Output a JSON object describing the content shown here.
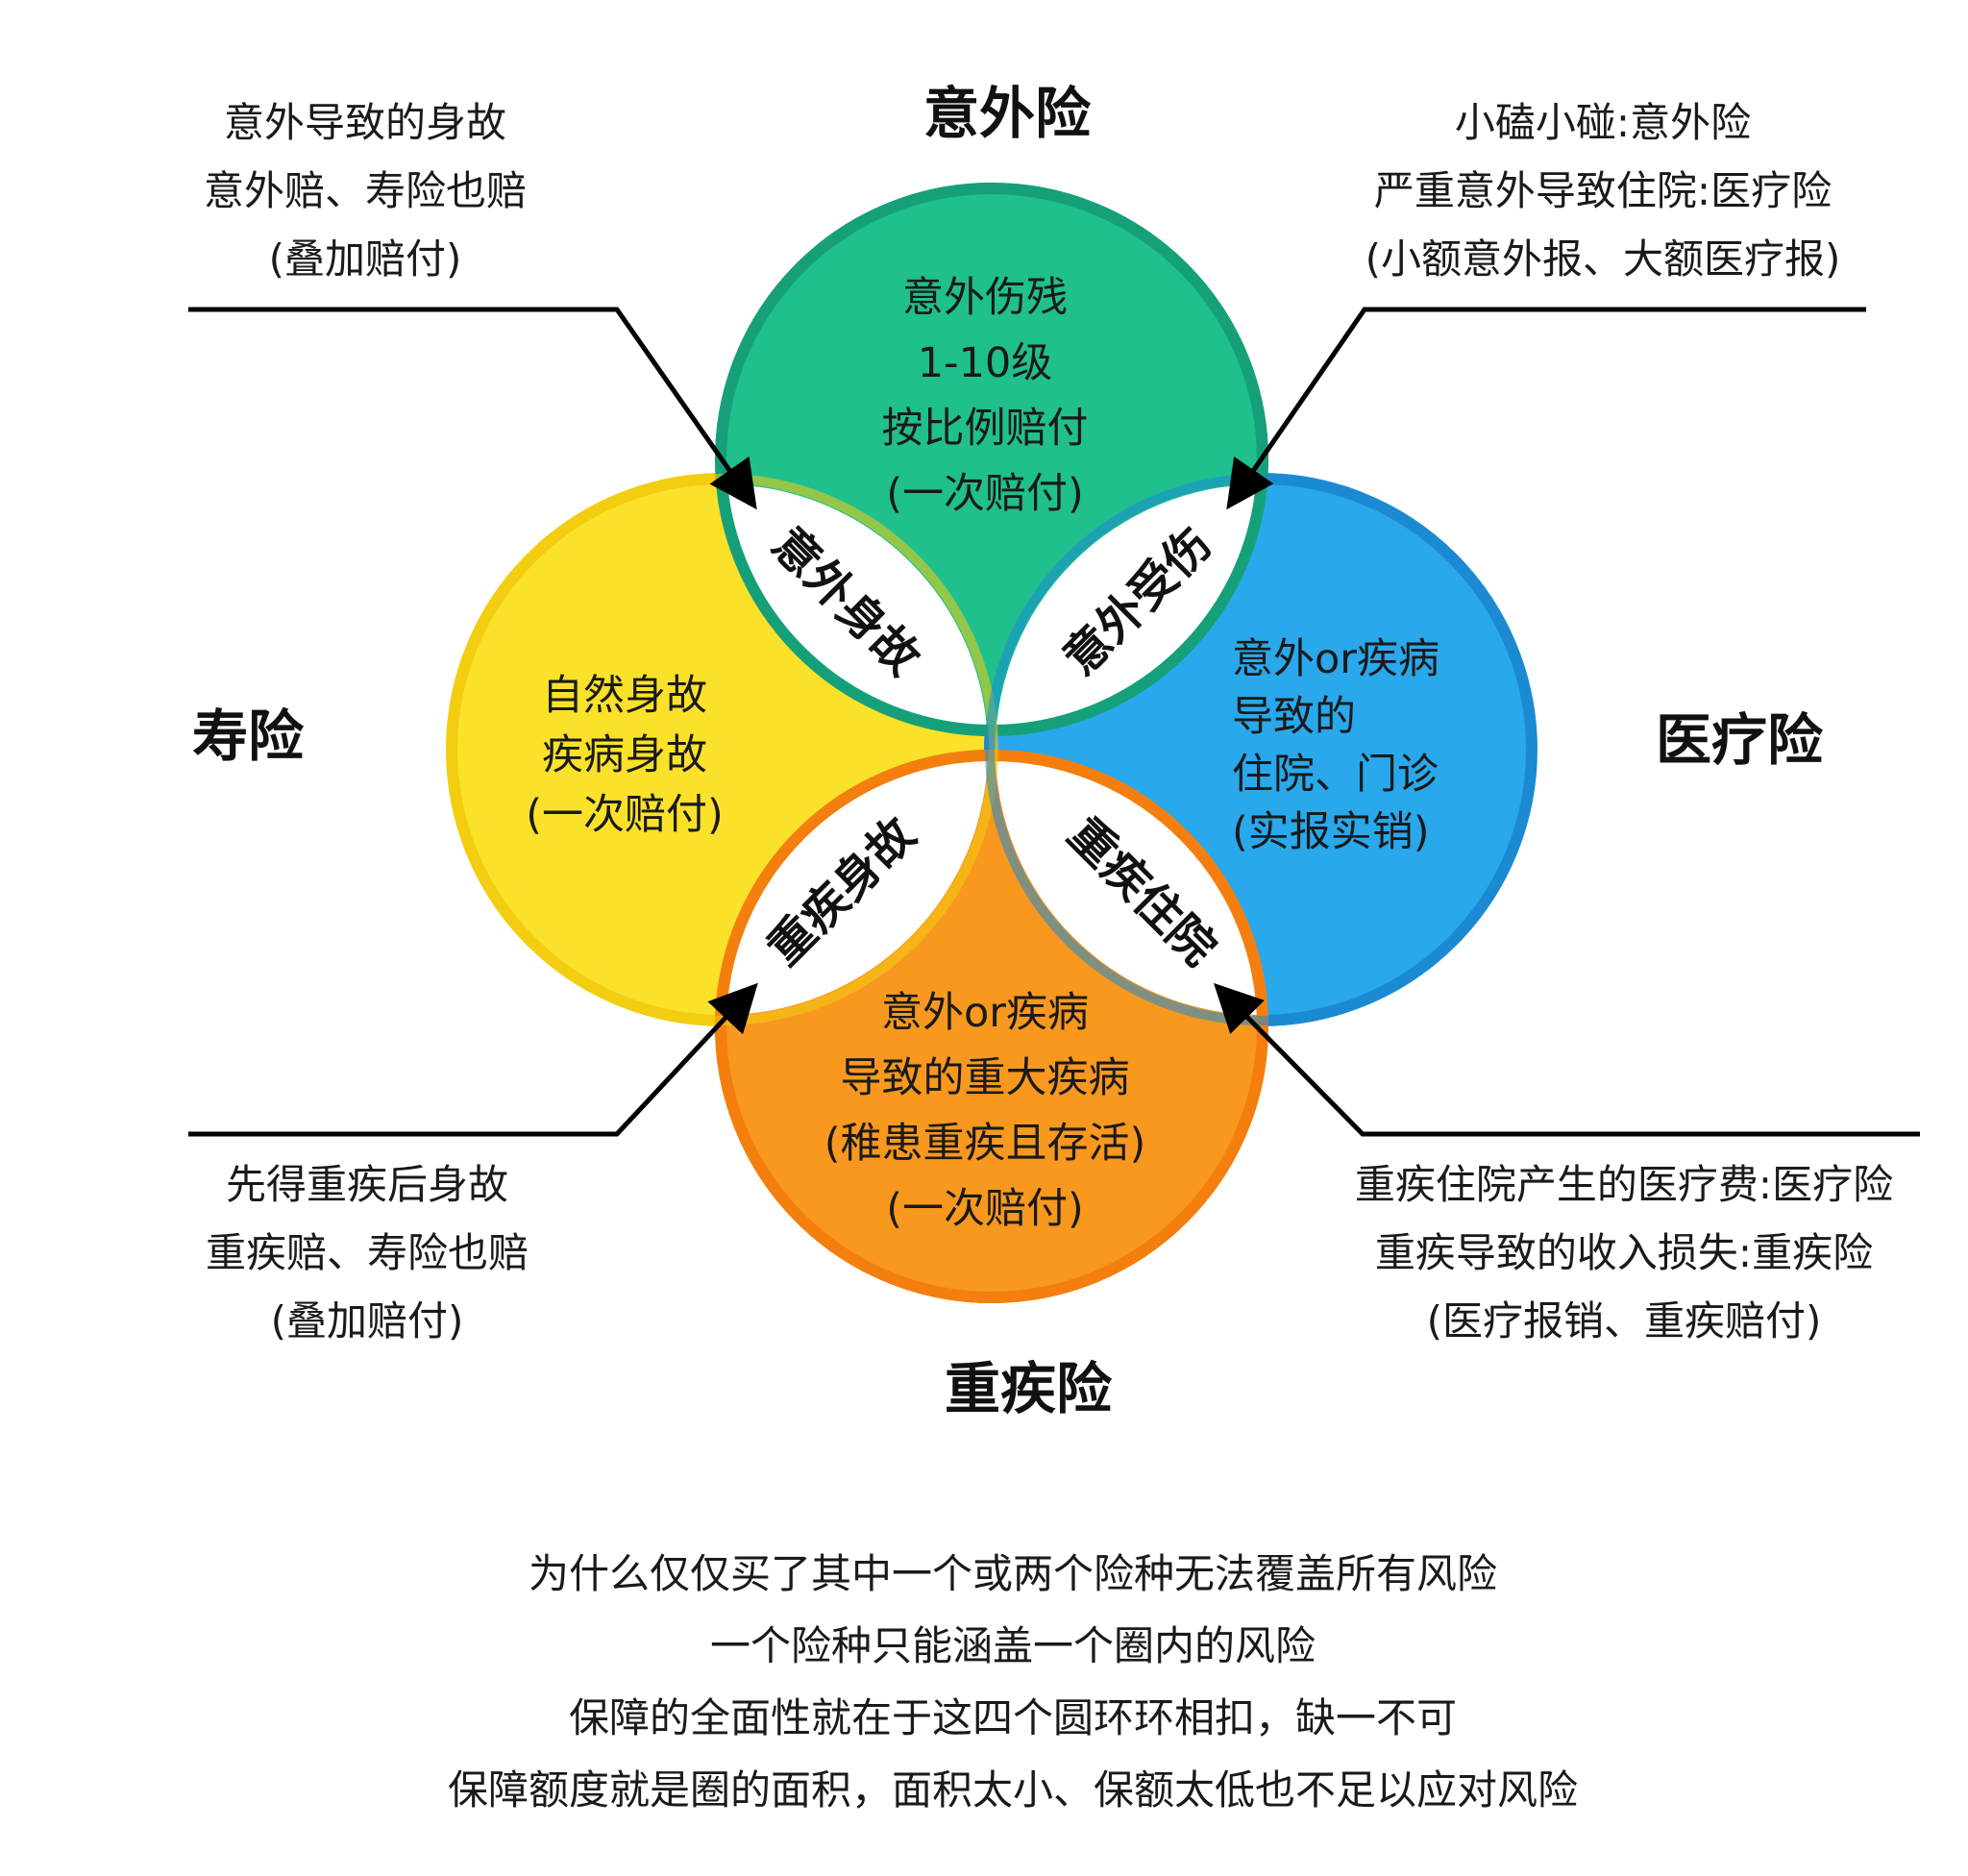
{
  "colors": {
    "accident_circle": "#1FBF8E",
    "accident_ring": "#16A07A",
    "life_circle": "#FAE12A",
    "life_ring": "#F3CD10",
    "medical_circle": "#29A8EC",
    "medical_ring": "#1C8BD3",
    "critical_circle": "#F8981E",
    "critical_ring": "#F47F0E",
    "lens_fill": "#FFFFFF",
    "arrows": "#000000"
  },
  "titles": {
    "accident": "意外险",
    "life": "寿险",
    "medical": "医疗险",
    "critical": "重疾险"
  },
  "circles": {
    "accident": [
      "意外伤残",
      "1-10级",
      "按比例赔付",
      "(一次赔付)"
    ],
    "life": [
      "自然身故",
      "疾病身故",
      "(一次赔付)"
    ],
    "medical": [
      "意外or疾病",
      "导致的",
      "住院、门诊",
      "(实报实销)"
    ],
    "critical": [
      "意外or疾病",
      "导致的重大疾病",
      "(稚患重疾且存活)",
      "(一次赔付)"
    ]
  },
  "overlaps": {
    "accident_life": "意外身故",
    "accident_medical": "意外受伤",
    "life_critical": "重疾身故",
    "medical_critical": "重疾住院"
  },
  "notes": {
    "top_left": [
      "意外导致的身故",
      "意外赔、寿险也赔",
      "(叠加赔付)"
    ],
    "top_right": [
      "小磕小碰:意外险",
      "严重意外导致住院:医疗险",
      "(小额意外报、大额医疗报)"
    ],
    "bottom_left": [
      "先得重疾后身故",
      "重疾赔、寿险也赔",
      "(叠加赔付)"
    ],
    "bottom_right": [
      "重疾住院产生的医疗费:医疗险",
      "重疾导致的收入损失:重疾险",
      "(医疗报销、重疾赔付)"
    ]
  },
  "footer": [
    "为什么仅仅买了其中一个或两个险种无法覆盖所有风险",
    "一个险种只能涵盖一个圈内的风险",
    "保障的全面性就在于这四个圆环环相扣，缺一不可",
    "保障额度就是圈的面积，面积太小、保额太低也不足以应对风险"
  ]
}
